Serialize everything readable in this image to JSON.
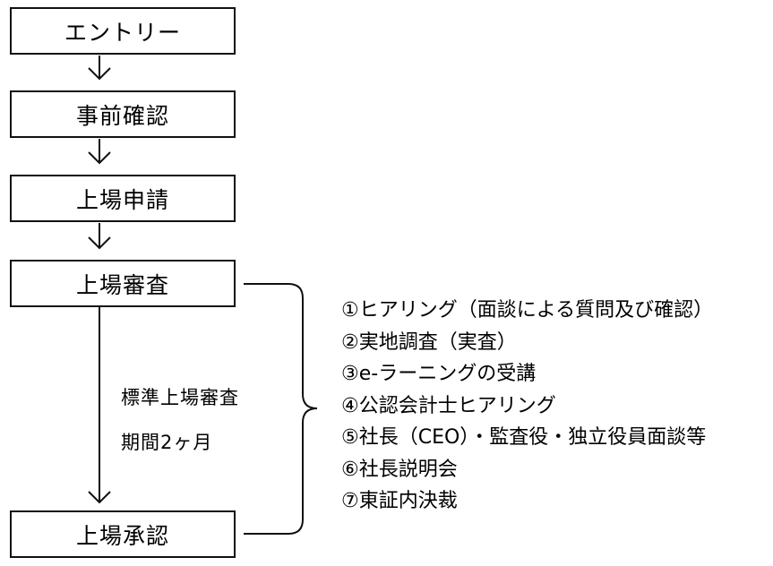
{
  "flow": {
    "steps": [
      {
        "label": "エントリー"
      },
      {
        "label": "事前確認"
      },
      {
        "label": "上場申請"
      },
      {
        "label": "上場審査"
      },
      {
        "label": "上場承認"
      }
    ]
  },
  "period_note": {
    "line1": "標準上場審査",
    "line2": "期間2ヶ月"
  },
  "review_items": [
    "①ヒアリング（面談による質問及び確認）",
    "②実地調査（実査）",
    "③e-ラーニングの受講",
    "④公認会計士ヒアリング",
    "⑤社長（CEO）・監査役・独立役員面談等",
    "⑥社長説明会",
    "⑦東証内決裁"
  ]
}
